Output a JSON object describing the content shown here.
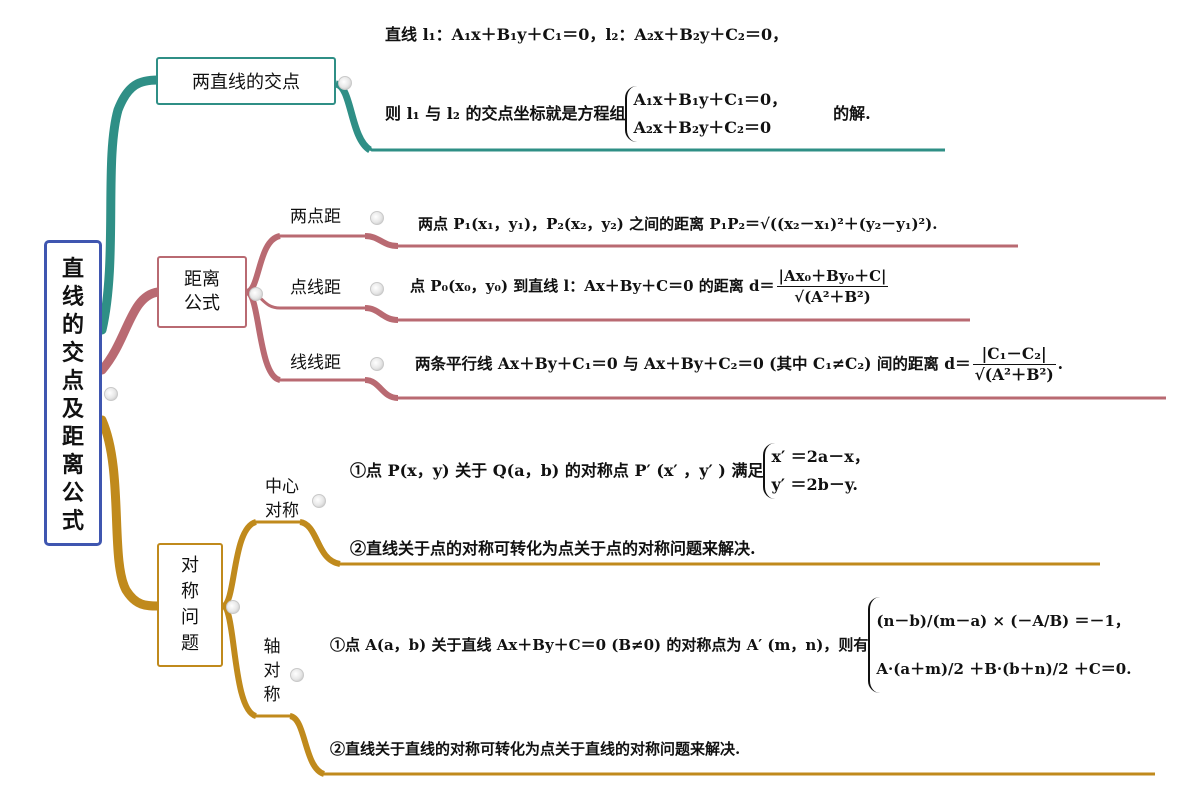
{
  "root": {
    "title": "直线的交点及距离公式"
  },
  "branches": {
    "intersection": {
      "label": "两直线的交点",
      "line1": "直线 l₁：A₁x＋B₁y＋C₁＝0，l₂：A₂x＋B₂y＋C₂＝0，",
      "line2_prefix": "则 l₁ 与 l₂ 的交点坐标就是方程组",
      "eq1": "A₁x＋B₁y＋C₁＝0，",
      "eq2": "A₂x＋B₂y＋C₂＝0",
      "line2_suffix": "的解."
    },
    "distance": {
      "label": "距离公式",
      "point_point": {
        "label": "两点距",
        "text": "两点 P₁(x₁，y₁)，P₂(x₂，y₂) 之间的距离 P₁P₂＝√((x₂－x₁)²＋(y₂－y₁)²)."
      },
      "point_line": {
        "label": "点线距",
        "prefix": "点 P₀(x₀，y₀) 到直线 l：Ax＋By＋C＝0 的距离 d＝",
        "num": "|Ax₀＋By₀＋C|",
        "den": "√(A²＋B²)"
      },
      "line_line": {
        "label": "线线距",
        "prefix": "两条平行线 Ax＋By＋C₁＝0 与 Ax＋By＋C₂＝0 (其中 C₁≠C₂) 间的距离 d＝",
        "num": "|C₁－C₂|",
        "den": "√(A²＋B²)",
        "suffix": "."
      }
    },
    "symmetry": {
      "label": "对称问题",
      "center": {
        "label": "中心对称",
        "item1_prefix": "①点 P(x，y) 关于 Q(a，b) 的对称点 P′ (x′ ，y′ ) 满足",
        "item1_eq1": "x′ ＝2a－x，",
        "item1_eq2": "y′ ＝2b－y.",
        "item2": "②直线关于点的对称可转化为点关于点的对称问题来解决."
      },
      "axis": {
        "label": "轴对称",
        "item1_prefix": "①点 A(a，b) 关于直线 Ax＋By＋C＝0 (B≠0) 的对称点为 A′ (m，n)，则有",
        "item1_eq1": "(n－b)/(m－a) × (－A/B) ＝－1，",
        "item1_eq2": "A·(a＋m)/2 ＋B·(b＋n)/2 ＋C＝0.",
        "item2": "②直线关于直线的对称可转化为点关于直线的对称问题来解决."
      }
    }
  },
  "colors": {
    "teal": "#2f8f86",
    "red": "#b96a72",
    "gold": "#c08a1c",
    "root_border": "#3f56b0"
  }
}
